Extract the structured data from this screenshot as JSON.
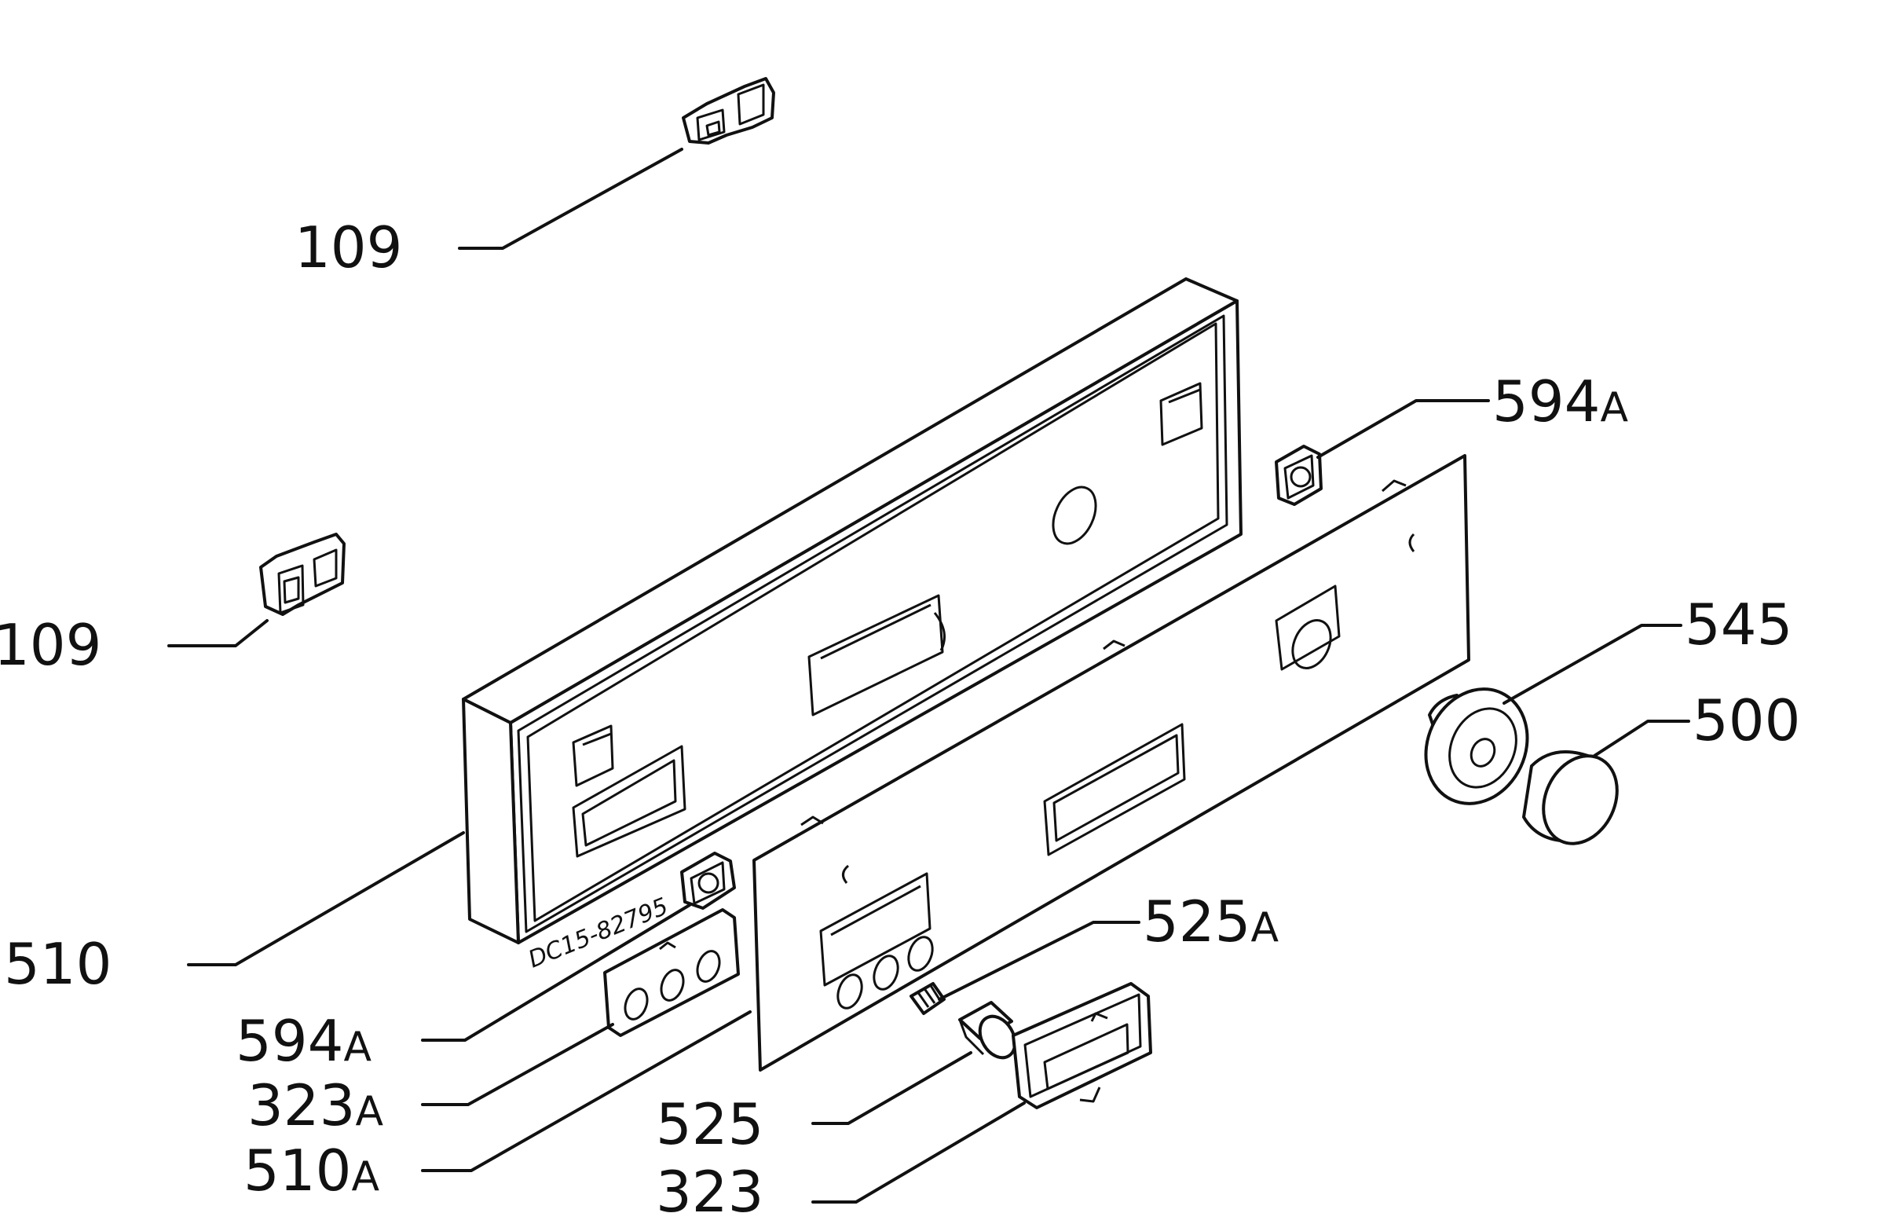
{
  "labels": {
    "clip_top": "109",
    "clip_left": "109",
    "front_panel": "510",
    "bracket_left_num": "594",
    "bracket_left_sfx": "A",
    "bracket_right_num": "594",
    "bracket_right_sfx": "A",
    "button_plate_num": "323",
    "button_plate_sfx": "A",
    "panel_insert_num": "510",
    "panel_insert_sfx": "A",
    "spring_num": "525",
    "spring_sfx": "A",
    "plunger": "525",
    "push_button": "323",
    "knob_body": "545",
    "knob_cap": "500"
  },
  "panel_marking": "DC15-82795"
}
